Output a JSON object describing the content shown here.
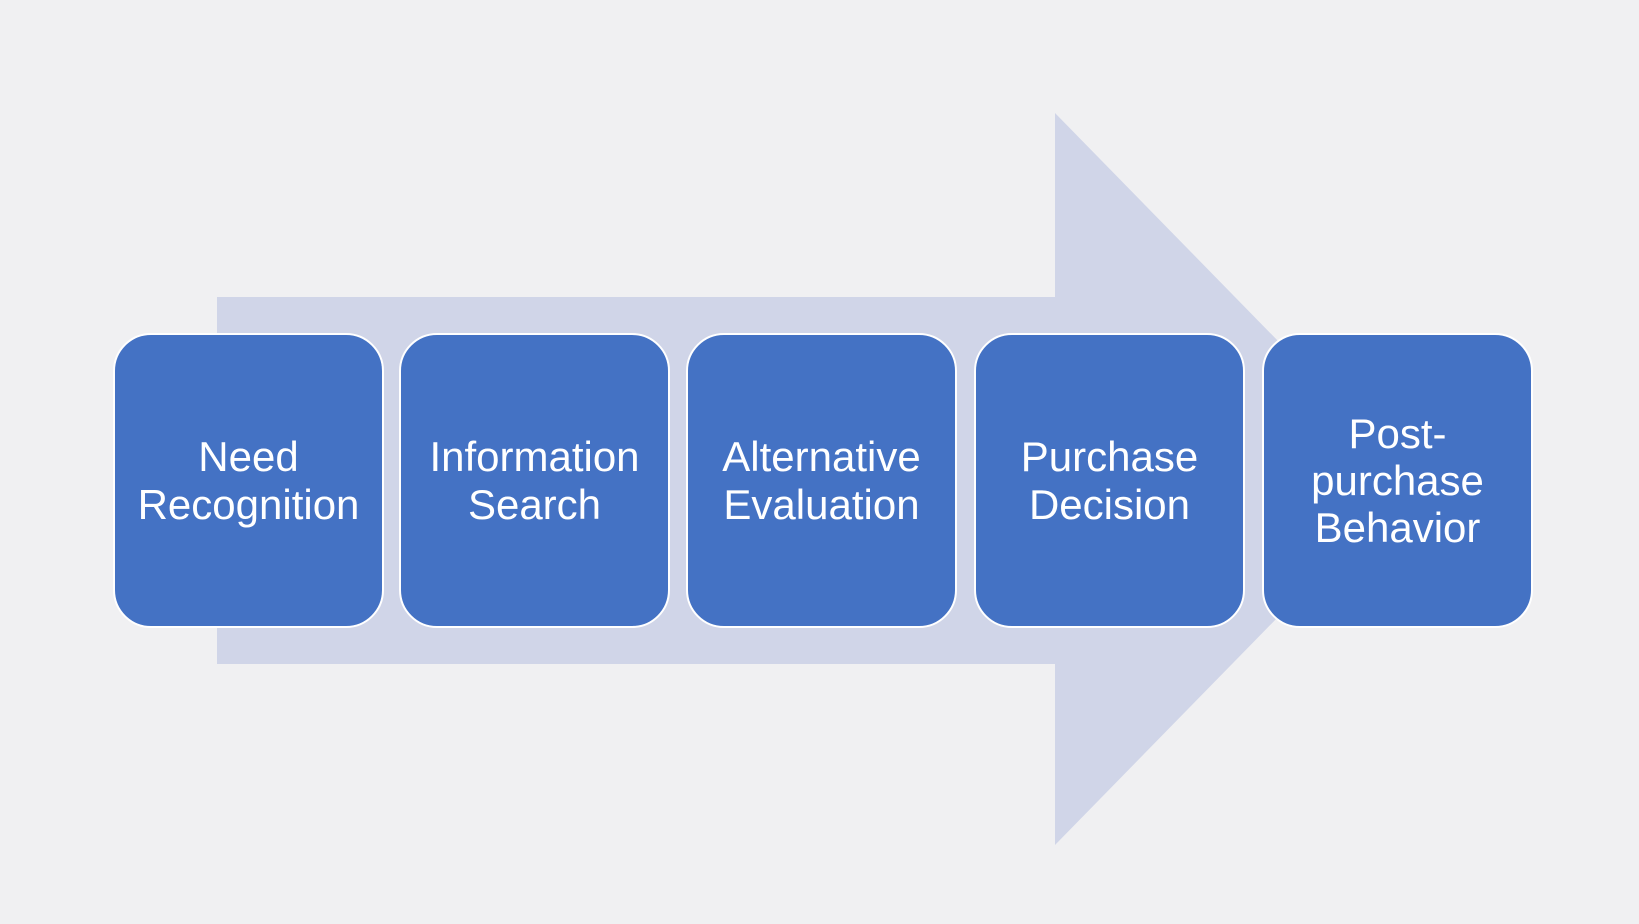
{
  "diagram": {
    "kind": "horizontal-process-arrow",
    "stage_count": 5
  },
  "stages": [
    {
      "label": "Need Recognition"
    },
    {
      "label": "Information Search"
    },
    {
      "label": "Alternative Evaluation"
    },
    {
      "label": "Purchase Decision"
    },
    {
      "label": "Post-purchase Behavior"
    }
  ],
  "colors": {
    "stage_box": "#4472C4",
    "stage_border": "#FFFFFF",
    "stage_text": "#FFFFFF",
    "arrow": "#D0D5E8",
    "background": "#F0F0F2"
  }
}
